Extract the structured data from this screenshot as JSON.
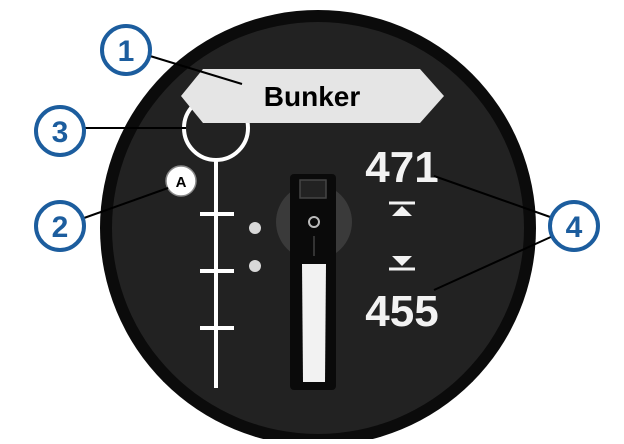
{
  "screen": {
    "hazard_name": "Bunker",
    "layup_marker_label": "A",
    "distance_front": "471",
    "distance_back": "455"
  },
  "callouts": [
    {
      "number": "1",
      "target": "hazard-name-banner"
    },
    {
      "number": "2",
      "target": "layup-marker"
    },
    {
      "number": "3",
      "target": "green-flag-circle"
    },
    {
      "number": "4",
      "target": "distance-readouts"
    }
  ],
  "colors": {
    "bezel": "#0b0b0b",
    "screen_bg": "#222222",
    "banner_fill": "#e5e5e5",
    "callout_blue": "#1c5d9e",
    "callout_fill": "#ffffff",
    "readout_text": "#f2f2f2",
    "dots": "#d8d8d8"
  },
  "icons": {
    "up_arrow": "flag-front-arrow-icon",
    "down_arrow": "flag-back-arrow-icon",
    "golfer": "golfer-icon"
  }
}
